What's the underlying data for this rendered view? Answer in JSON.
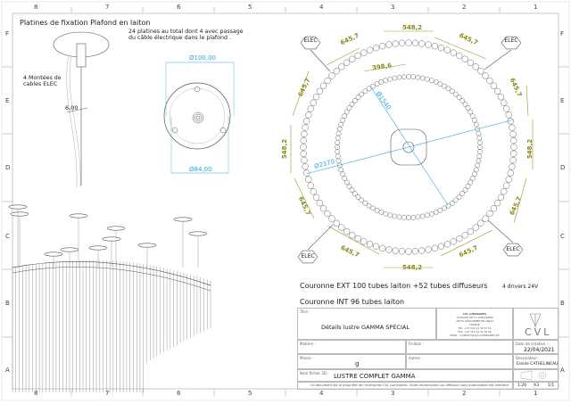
{
  "zones": {
    "columns": [
      "8",
      "7",
      "6",
      "5",
      "4",
      "3",
      "2",
      "1"
    ],
    "rows": [
      "F",
      "E",
      "D",
      "C",
      "B",
      "A"
    ]
  },
  "plate_section": {
    "title": "Platines de fixation Plafond en laiton",
    "note_line1": "24 platines au total  dont 4 avec passage",
    "note_line2": "du câble électrique dans le plafond .",
    "cables_line1": "4 Montées de",
    "cables_line2": "cables ELEC",
    "dim_cable": "6,00",
    "dim_outer": "Ø100,00",
    "dim_inner": "Ø84,00"
  },
  "crown_section": {
    "dims": {
      "top": "548,2",
      "bottom": "548,2",
      "left": "548,2",
      "right": "548,2",
      "diag": "645,7",
      "inner_arc": "398,6",
      "inner_dia": "Ø1540",
      "outer_dia": "Ø2370"
    },
    "elec_label": "ELEC",
    "caption_ext": "Couronne EXT 100 tubes laiton +52 tubes diffuseurs",
    "drivers": "4 drivers 24V",
    "caption_int": "Couronne INT 96 tubes laiton"
  },
  "title_block": {
    "title_label": "Titre :",
    "title": "Détails lustre GAMMA SPECIAL",
    "company": [
      "CVL LUMINAIRES",
      "79 ROUTE DE LA CHEVALERIE",
      "49770 LONGUENÉE EN ANJOU",
      "FRANCE",
      "TEL: +33 (0)2 41 32 67 54",
      "FAX: +33 (0)2 41 32 76 62",
      "EMAIL : CONTACT@CVL-LUMINAIRES.FR"
    ],
    "logo": "CVL",
    "material_label": "Matière :",
    "finish_label": "Finition :",
    "date_label": "Date de création :",
    "date": "22/04/2021",
    "mass_label": "Masse :",
    "mass": "g",
    "others_label": "Autres :",
    "designer_label": "Dessinateur :",
    "designer": "Emilie CATHELINEAU",
    "file_label": "Nom fichier 3D :",
    "file": "LUSTRE COMPLET GAMMA",
    "notice": "Ce document est la propriété de l'entreprise CVL Luminaires. Toute reproduction ou diffusion sans autorisation est interdite.",
    "scale": "1:20",
    "format": "A3",
    "sheet": "1/1"
  }
}
